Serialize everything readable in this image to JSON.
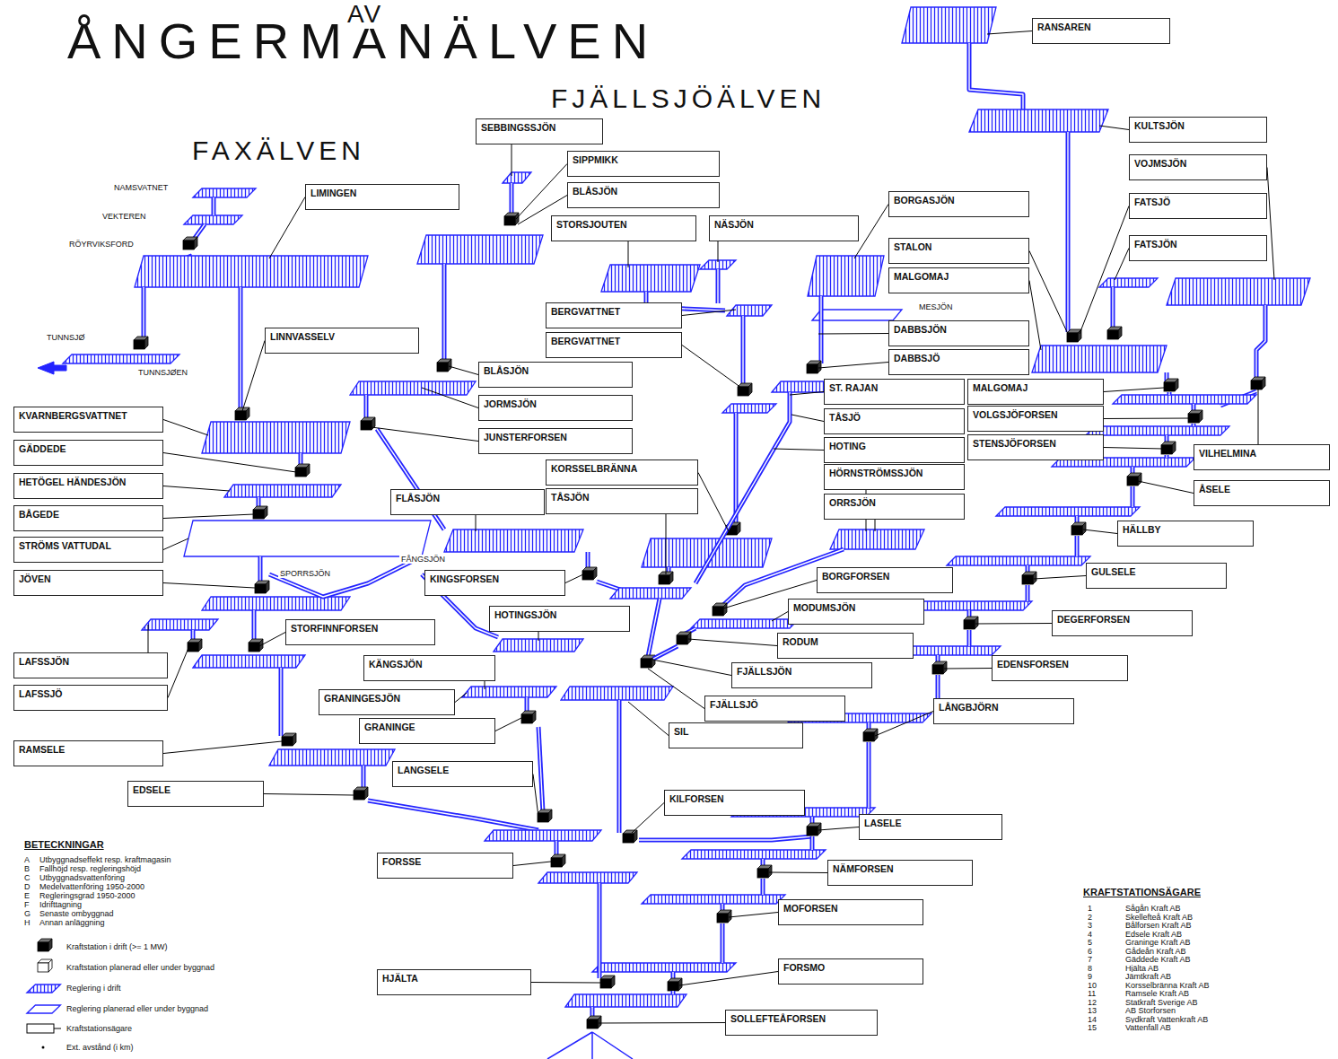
{
  "diagram": {
    "title": "ÅNGERMANÄLVEN",
    "nodes": [
      {
        "text": [
          "RANSAREN"
        ]
      },
      {
        "text": [
          "KULTSJÖN"
        ]
      },
      {
        "text": [
          "SEBBINGSSJÖN"
        ]
      },
      {
        "text": [
          "VOJMSJÖN"
        ]
      },
      {
        "text": [
          "SIPPMIKK"
        ]
      },
      {
        "text": [
          "BLÅSJÖN"
        ]
      },
      {
        "text": [
          "LIMINGEN"
        ]
      },
      {
        "text": [
          "BORGASJÖN"
        ]
      },
      {
        "text": [
          "FATSJÖ"
        ]
      },
      {
        "text": [
          "STORSJOUTEN"
        ]
      },
      {
        "text": [
          "NÄSJÖN"
        ]
      },
      {
        "text": [
          "FATSJÖN"
        ]
      },
      {
        "text": [
          "STALON"
        ]
      },
      {
        "text": [
          "MALGOMAJ"
        ]
      },
      {
        "text": [
          "BERGVATTNET"
        ]
      },
      {
        "text": [
          "DABBSJÖN"
        ]
      },
      {
        "text": [
          "LINNVASSELV"
        ]
      },
      {
        "text": [
          "BERGVATTNET"
        ]
      },
      {
        "text": [
          "DABBSJÖ"
        ]
      },
      {
        "text": [
          "BLÅSJÖN"
        ]
      },
      {
        "text": [
          "ST. RAJAN"
        ]
      },
      {
        "text": [
          "MALGOMAJ"
        ]
      },
      {
        "text": [
          "JORMSJÖN"
        ]
      },
      {
        "text": [
          "KVARNBERGSVATTNET"
        ]
      },
      {
        "text": [
          "TÅSJÖ"
        ]
      },
      {
        "text": [
          "VOLGSJÖFORSEN"
        ]
      },
      {
        "text": [
          "JUNSTERFORSEN"
        ]
      },
      {
        "text": [
          "HOTING"
        ]
      },
      {
        "text": [
          "STENSJÖFORSEN"
        ]
      },
      {
        "text": [
          "GÄDDEDE"
        ]
      },
      {
        "text": [
          "VILHELMINA"
        ]
      },
      {
        "text": [
          "KORSSELBRÄNNA"
        ]
      },
      {
        "text": [
          "HÖRNSTRÖMSSJÖN"
        ]
      },
      {
        "text": [
          "HETÖGEL HÄNDESJÖN"
        ]
      },
      {
        "text": [
          "ÅSELE"
        ]
      },
      {
        "text": [
          "TÅSJÖN"
        ]
      },
      {
        "text": [
          "FLÅSJÖN"
        ]
      },
      {
        "text": [
          "ORRSJÖN"
        ]
      },
      {
        "text": [
          "BÅGEDE"
        ]
      },
      {
        "text": [
          "HÄLLBY"
        ]
      },
      {
        "text": [
          "STRÖMS VATTUDAL"
        ]
      },
      {
        "text": [
          "GULSELE"
        ]
      },
      {
        "text": [
          "BORGFORSEN"
        ]
      },
      {
        "text": [
          "KINGSFORSEN"
        ]
      },
      {
        "text": [
          "JÖVEN"
        ]
      },
      {
        "text": [
          "MODUMSJÖN"
        ]
      },
      {
        "text": [
          "HOTINGSJÖN"
        ]
      },
      {
        "text": [
          "DEGERFORSEN"
        ]
      },
      {
        "text": [
          "STORFINNFORSEN"
        ]
      },
      {
        "text": [
          "RODUM"
        ]
      },
      {
        "text": [
          "LAFSSJÖN"
        ]
      },
      {
        "text": [
          "KÄNGSJÖN"
        ]
      },
      {
        "text": [
          "EDENSFORSEN"
        ]
      },
      {
        "text": [
          "FJÄLLSJÖN"
        ]
      },
      {
        "text": [
          "LAFSSJÖ"
        ]
      },
      {
        "text": [
          "GRANINGESJÖN"
        ]
      },
      {
        "text": [
          "FJÄLLSJÖ"
        ]
      },
      {
        "text": [
          "LÅNGBJÖRN"
        ]
      },
      {
        "text": [
          "GRANINGE"
        ]
      },
      {
        "text": [
          "SIL"
        ]
      },
      {
        "text": [
          "RAMSELE"
        ]
      },
      {
        "text": [
          "LANGSELE"
        ]
      },
      {
        "text": [
          "EDSELE"
        ]
      },
      {
        "text": [
          "KILFORSEN"
        ]
      },
      {
        "text": [
          "LASELE"
        ]
      },
      {
        "text": [
          "FORSSE"
        ]
      },
      {
        "text": [
          "NÄMFORSEN"
        ]
      },
      {
        "text": [
          "MOFORSEN"
        ]
      },
      {
        "text": [
          "FORSMO"
        ]
      },
      {
        "text": [
          "HJÄLTA"
        ]
      },
      {
        "text": [
          "SOLLEFTEÅFORSEN"
        ]
      }
    ],
    "labels": [
      "AV",
      "FJÄLLSJÖÄLVEN",
      "FAXÄLVEN",
      "NAMSVATNET",
      "VEKTEREN",
      "RÖYRVIKSFORD",
      "TUNNSJØ",
      "TUNNSJØEN",
      "MESJÖN",
      "SPORRSJÖN",
      "FÅNGSJÖN",
      "BETECKNINGAR",
      "A",
      "Utbyggnadseffekt resp. kraftmagasin",
      "B",
      "Fallhöjd resp. regleringshöjd",
      "C",
      "Utbyggnadsvattenföring",
      "D",
      "Medelvattenföring 1950-2000",
      "E",
      "Regleringsgrad 1950-2000",
      "F",
      "Idrifttagning",
      "G",
      "Senaste ombyggnad",
      "H",
      "Annan anläggning",
      "KRAFTSTATIONSÄGARE",
      "1",
      "Sågån Kraft AB",
      "2",
      "Skellefteå Kraft AB",
      "3",
      "Bålforsen Kraft AB",
      "4",
      "Edsele Kraft AB",
      "5",
      "Graninge Kraft AB",
      "6",
      "Gådeån Kraft AB",
      "7",
      "Gäddede Kraft AB",
      "8",
      "Hjälta AB",
      "9",
      "Jämtkraft AB",
      "10",
      "Korsselbränna Kraft AB",
      "11",
      "Ramsele Kraft AB",
      "12",
      "Statkraft Sverige AB",
      "13",
      "AB Storforsen",
      "14",
      "Sydkraft Vattenkraft AB",
      "15",
      "Vattenfall AB"
    ],
    "legend": [
      {
        "text": "Kraftstation i drift (>= 1 MW)"
      },
      {
        "text": "Kraftstation planerad eller under byggnad"
      },
      {
        "text": "Reglering i drift"
      },
      {
        "text": "Reglering planerad eller under byggnad"
      },
      {
        "text": "Kraftstationsägare"
      },
      {
        "text": "Ext. avstånd (i km)"
      }
    ]
  }
}
